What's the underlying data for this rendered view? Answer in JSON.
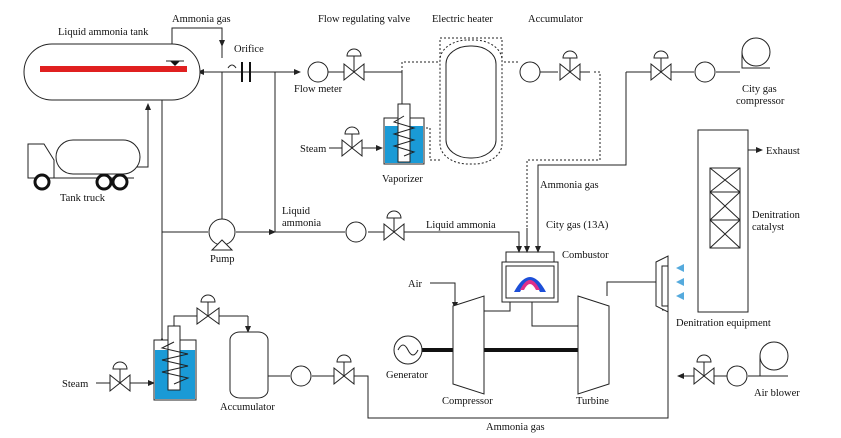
{
  "labels": {
    "ammonia_gas_top": "Ammonia gas",
    "liquid_ammonia_tank": "Liquid ammonia tank",
    "orifice": "Orifice",
    "flow_regulating_valve": "Flow regulating valve",
    "electric_heater": "Electric heater",
    "accumulator_top": "Accumulator",
    "flow_meter": "Flow meter",
    "city_gas_compressor_1": "City gas",
    "city_gas_compressor_2": "compressor",
    "steam_upper": "Steam",
    "vaporizer": "Vaporizer",
    "tank_truck": "Tank truck",
    "exhaust": "Exhaust",
    "ammonia_gas_mid": "Ammonia gas",
    "liquid_ammonia_left_1": "Liquid",
    "liquid_ammonia_left_2": "ammonia",
    "liquid_ammonia_right": "Liquid ammonia",
    "city_gas_13a": "City gas (13A)",
    "denitration_catalyst_1": "Denitration",
    "denitration_catalyst_2": "catalyst",
    "pump": "Pump",
    "combustor": "Combustor",
    "air": "Air",
    "denitration_equipment": "Denitration equipment",
    "steam_lower": "Steam",
    "generator": "Generator",
    "accumulator_bottom": "Accumulator",
    "compressor": "Compressor",
    "turbine": "Turbine",
    "air_blower": "Air blower",
    "ammonia_gas_bottom": "Ammonia gas"
  },
  "colors": {
    "tank_stripe": "#e02020",
    "water": "#1a9ad6",
    "flame_outer": "#1d4fd8",
    "flame_inner": "#e0308a",
    "nozzle_spray": "#55aadd"
  }
}
